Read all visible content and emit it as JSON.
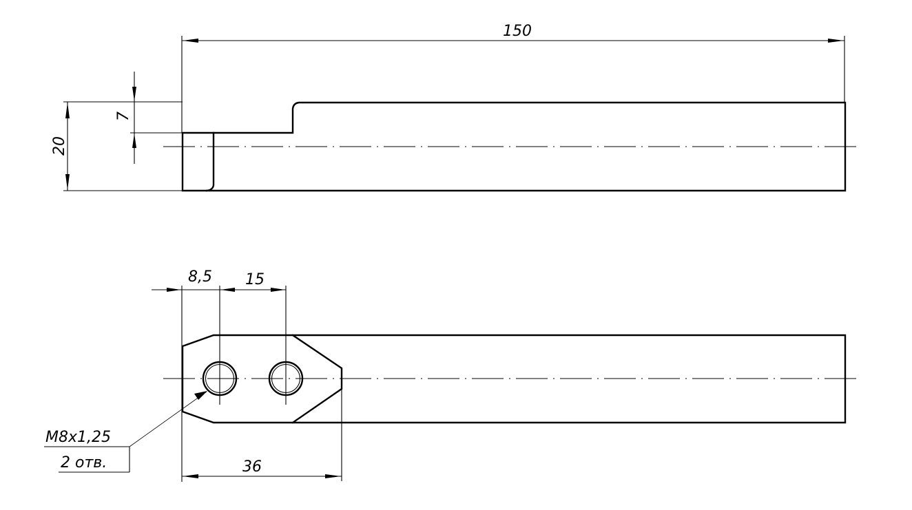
{
  "drawing": {
    "front_view": {
      "dimensions": {
        "overall_length": "150",
        "overall_height": "20",
        "step_depth": "7"
      }
    },
    "top_view": {
      "dimensions": {
        "first_hole_offset": "8,5",
        "hole_spacing": "15",
        "head_length": "36"
      },
      "callout": {
        "thread": "M8x1,25",
        "count": "2 отв."
      },
      "hole_count": 2
    },
    "colors": {
      "line": "#000000",
      "background": "#ffffff"
    }
  }
}
